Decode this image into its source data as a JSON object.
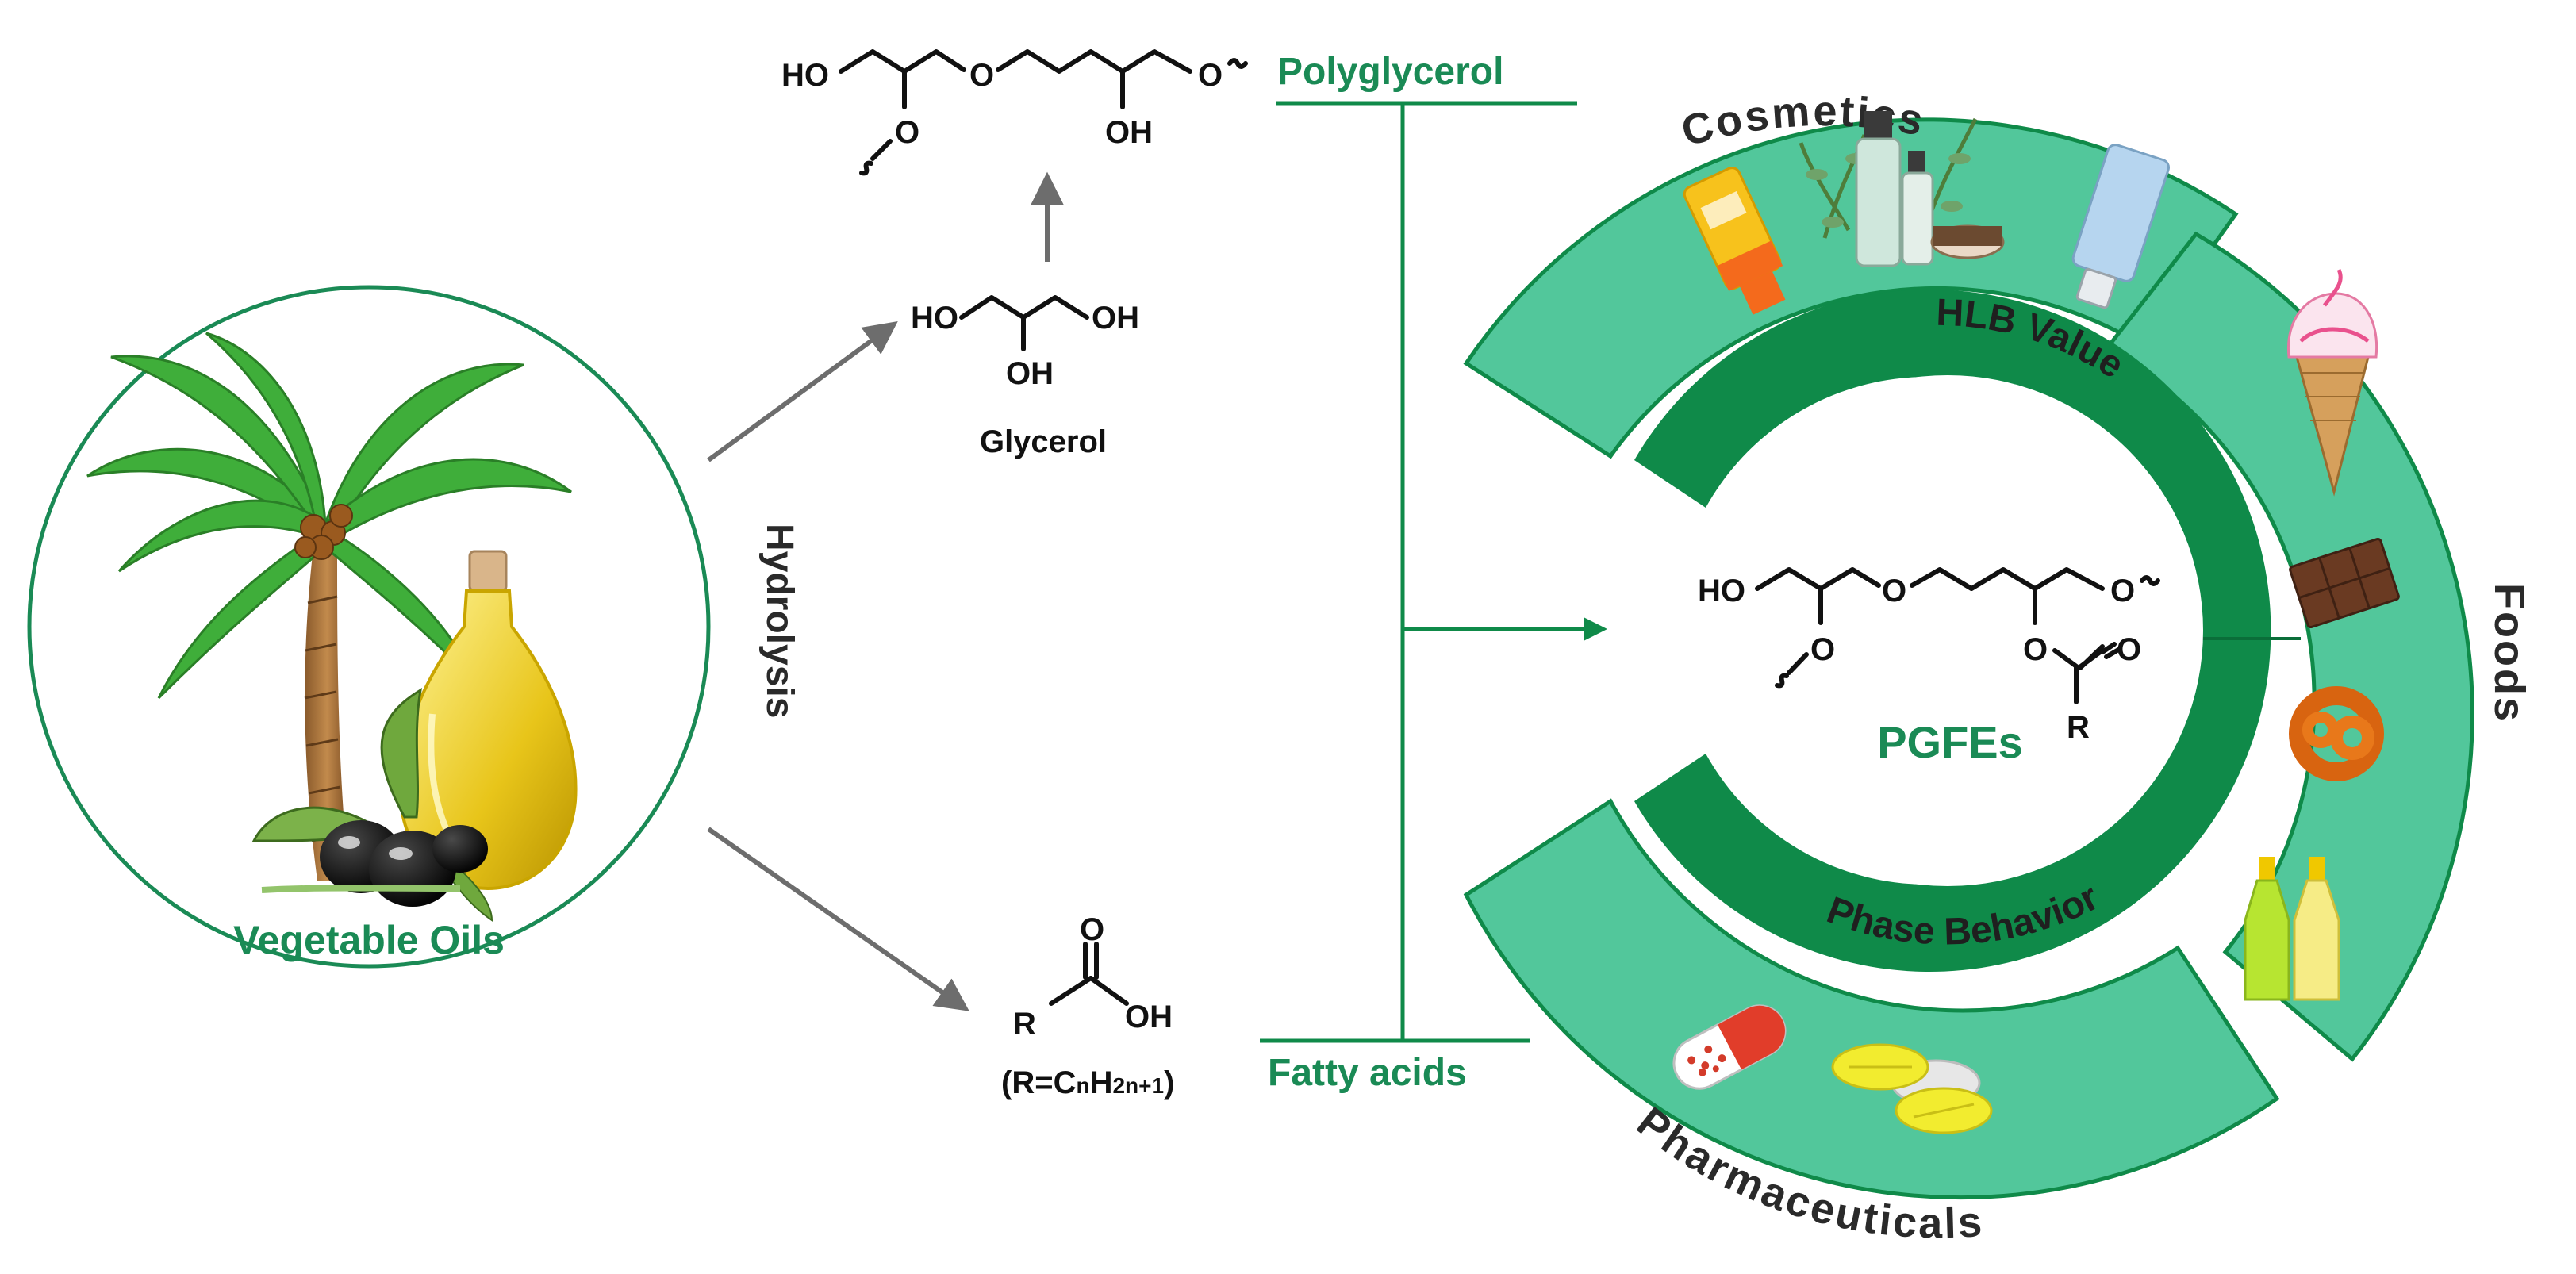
{
  "colors": {
    "green_dark": "#0f8a49",
    "green_mid": "#52c79b",
    "green_label": "#1a8a55",
    "arrow_gray": "#6d6d6d",
    "text_dark": "#2a2a2a"
  },
  "source": {
    "label": "Vegetable Oils",
    "process": "Hydrolysis",
    "icons": [
      "palm-tree-icon",
      "oil-bottle-icon",
      "olives-icon"
    ]
  },
  "glycerol": {
    "label": "Glycerol",
    "groups": {
      "oh_left": "HO",
      "oh_right": "OH",
      "oh_bottom": "OH"
    }
  },
  "polyglycerol": {
    "label": "Polyglycerol",
    "groups": {
      "ho": "HO",
      "o_mid": "O",
      "o_branch": "O",
      "oh": "OH",
      "o_end": "O"
    }
  },
  "fatty_acids": {
    "label": "Fatty acids",
    "groups": {
      "r": "R",
      "o": "O",
      "oh": "OH"
    },
    "formula": "(R=C",
    "formula_n": "n",
    "formula_h": "H",
    "formula_sub": "2n+1",
    "formula_close": ")"
  },
  "center": {
    "label": "PGFEs",
    "groups": {
      "ho": "HO",
      "o_mid": "O",
      "o_branch": "O",
      "o_ester": "O",
      "o_carbonyl": "O",
      "r": "R",
      "o_end": "O"
    },
    "inner_ring": {
      "top_label": "HLB Value",
      "bottom_label": "Phase Behavior"
    }
  },
  "applications": {
    "cosmetics": {
      "label": "Cosmetics",
      "icons": [
        "sunscreen-tube-icon",
        "cosmetic-bottles-icon",
        "lotion-tube-icon"
      ]
    },
    "foods": {
      "label": "Foods",
      "icons": [
        "ice-cream-icon",
        "chocolate-bar-icon",
        "pretzel-icon",
        "beverage-bottles-icon"
      ]
    },
    "pharmaceuticals": {
      "label": "Pharmaceuticals",
      "icons": [
        "capsule-icon",
        "tablets-icon"
      ]
    }
  }
}
